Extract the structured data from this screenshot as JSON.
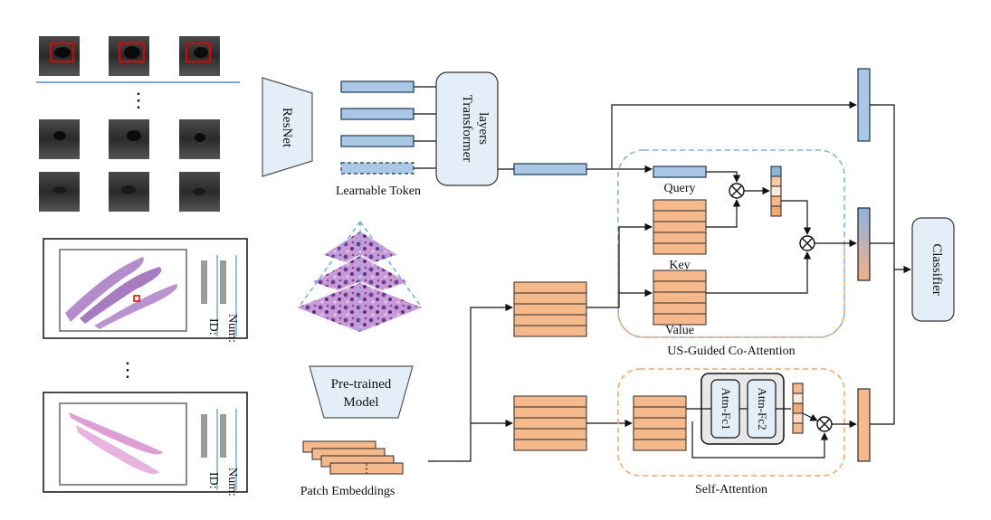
{
  "labels": {
    "resnet": "ResNet",
    "transformer_line1": "Transformer",
    "transformer_line2": "layers",
    "learnable_token": "Learnable Token",
    "query": "Query",
    "key": "Key",
    "value": "Value",
    "us_guided": "US-Guided Co-Attention",
    "self_attention": "Self-Attention",
    "classifier": "Classifier",
    "pretrained_line1": "Pre-trained",
    "pretrained_line2": "Model",
    "patch_embeddings": "Patch Embeddings",
    "attn_fc1": "Attn-Fc1",
    "attn_fc2": "Attn-Fc2",
    "slide_id": "ID:",
    "slide_num": "Num:",
    "ellipsis": "⋮",
    "otimes": "⊗"
  },
  "colors": {
    "blue_fill": "#a9c8e6",
    "blue_stroke": "#1d3550",
    "orange_fill": "#f6b98c",
    "orange_stroke": "#2b2b2b",
    "module_fill": "#e4eef8",
    "dash_blue": "#7fb2e0",
    "dash_orange": "#f2a66b",
    "ultrasound_dark": "#1c1c1c",
    "he_purple": "#b389c8",
    "he_pink": "#e2a9d8"
  },
  "icons": {
    "multiply": "circled-times-icon",
    "pyramid": "image-pyramid-icon",
    "ultrasound": "ultrasound-image-icon",
    "slide": "histology-slide-icon"
  }
}
